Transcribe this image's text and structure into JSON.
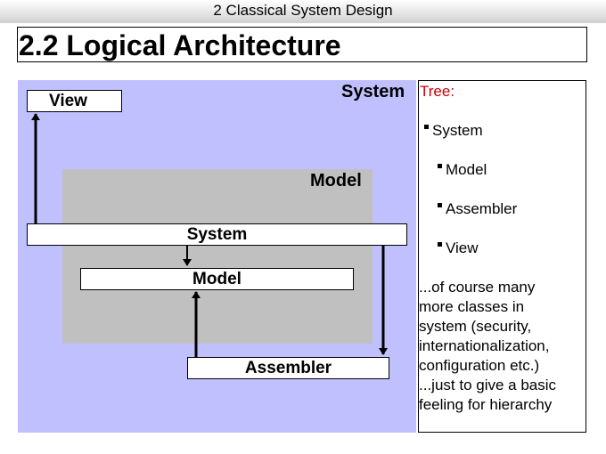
{
  "header": {
    "text": "2 Classical System Design"
  },
  "title": {
    "text": "2.2 Logical Architecture"
  },
  "diagram": {
    "system_area_label": "System",
    "model_area_label": "Model",
    "boxes": {
      "view": "View",
      "system": "System",
      "model": "Model",
      "assembler": "Assembler"
    }
  },
  "tree": {
    "heading": "Tree:",
    "items": [
      "System",
      "Model",
      "Assembler",
      "View"
    ],
    "notes": [
      "...of course many",
      "more classes in",
      "system (security,",
      "internationalization,",
      "configuration etc.)",
      "...just to give a basic",
      "feeling for hierarchy"
    ]
  },
  "colors": {
    "system_area": "#c0c0ff",
    "model_area": "#c0c0c0",
    "tree_heading": "#cc0000"
  }
}
